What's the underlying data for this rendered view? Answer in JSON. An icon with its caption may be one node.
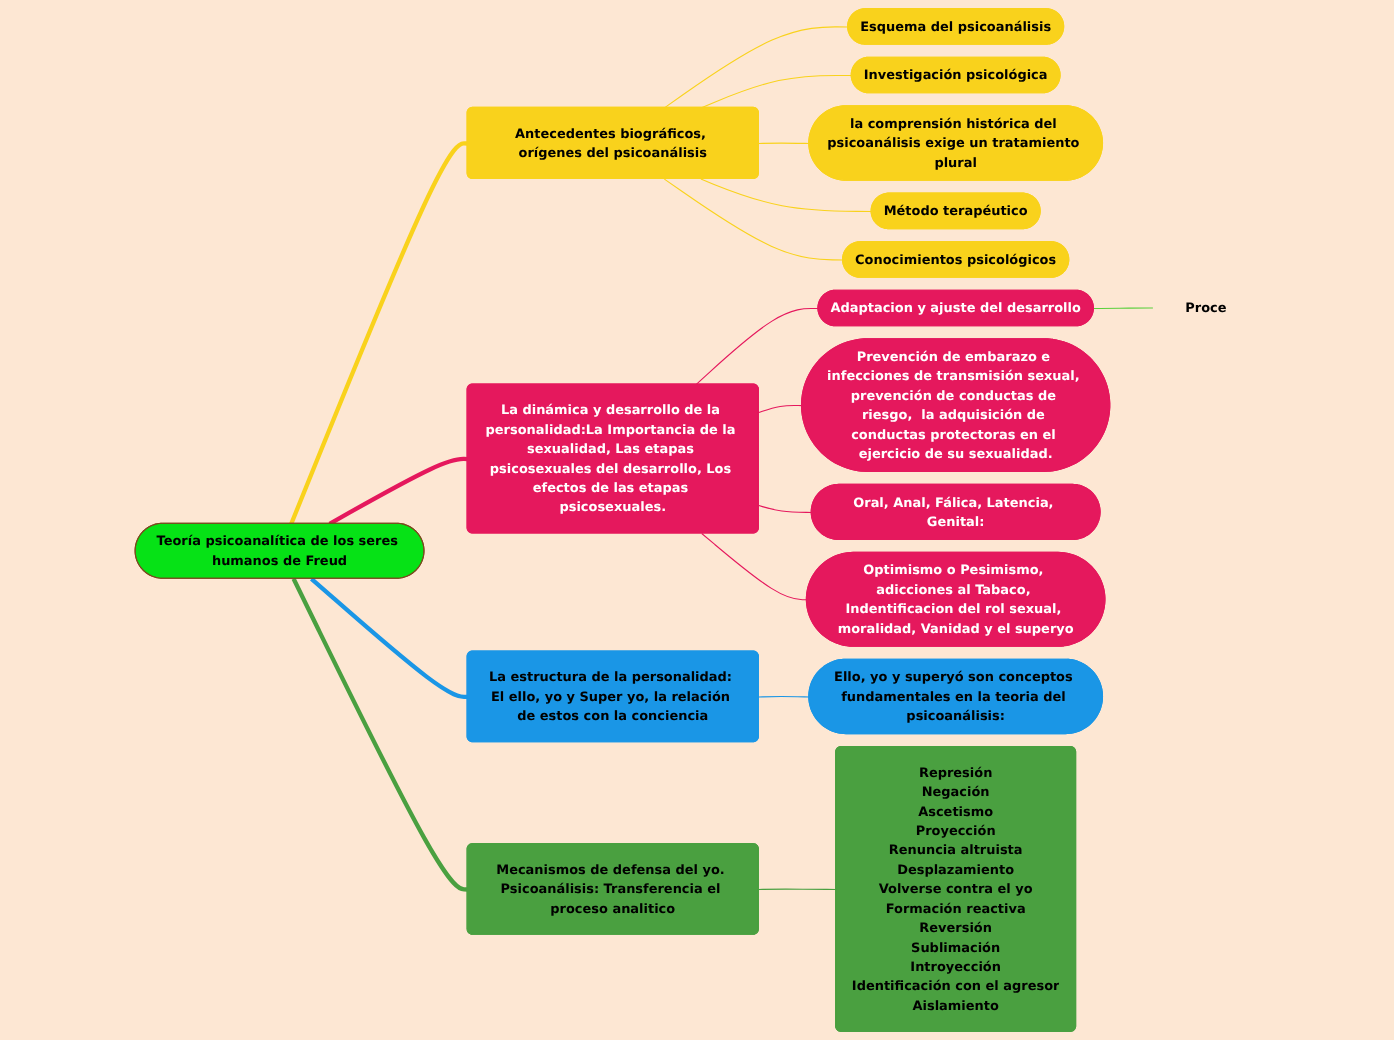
{
  "diagram": {
    "nodes": [
      {
        "text": [
          "Teoría psicoanalítica de los seres humanos de Freud"
        ]
      },
      {
        "text": [
          "Antecedentes biográficos, orígenes del psicoanálisis"
        ]
      },
      {
        "text": [
          "Esquema del psicoanálisis"
        ]
      },
      {
        "text": [
          "Investigación psicológica"
        ]
      },
      {
        "text": [
          "la comprensión histórica del psicoanálisis exige un tratamiento plural"
        ]
      },
      {
        "text": [
          "Método terapéutico"
        ]
      },
      {
        "text": [
          "Conocimientos psicológicos"
        ]
      },
      {
        "text": [
          "La dinámica y desarrollo de la personalidad:La Importancia de la sexualidad, Las etapas psicosexuales del desarrollo, Los efectos de las etapas psicosexuales."
        ]
      },
      {
        "text": [
          "Adaptacion y ajuste del desarrollo"
        ]
      },
      {
        "text": [
          "Prevención de embarazo e infecciones de transmisión sexual, prevención de conductas de riesgo,  la adquisición de conductas protectoras en el ejercicio de su sexualidad."
        ]
      },
      {
        "text": [
          "Oral, Anal, Fálica, Latencia, Genital:"
        ]
      },
      {
        "text": [
          "Optimismo o Pesimismo, adicciones al Tabaco, Indentificacion del rol sexual, moralidad, Vanidad y el superyo"
        ]
      },
      {
        "text": [
          "Proce"
        ]
      },
      {
        "text": [
          "La estructura de la personalidad: El ello, yo y Super yo, la relación de estos con la conciencia"
        ]
      },
      {
        "text": [
          "Ello, yo y superyó son conceptos fundamentales en la teoria del psicoanálisis:"
        ]
      },
      {
        "text": [
          "Mecanismos de defensa del yo. Psicoanálisis: Transferencia el proceso analitico"
        ]
      },
      {
        "text": [
          "Represión",
          "Negación",
          "Ascetismo",
          "Proyección",
          "Renuncia altruista",
          "Desplazamiento",
          "Volverse contra el yo",
          "Formación reactiva",
          "Reversión",
          "Sublimación",
          "Introyección",
          "Identificación con el agresor",
          "Aislamiento"
        ]
      }
    ],
    "edges": [
      {
        "from": 0,
        "to": 1,
        "arrow": "none",
        "style": "thick",
        "color": "#f9d21c"
      },
      {
        "from": 1,
        "to": 2,
        "arrow": "none",
        "color": "#f9d21c"
      },
      {
        "from": 1,
        "to": 3,
        "arrow": "none",
        "color": "#f9d21c"
      },
      {
        "from": 1,
        "to": 4,
        "arrow": "none",
        "color": "#f9d21c"
      },
      {
        "from": 1,
        "to": 5,
        "arrow": "none",
        "color": "#f9d21c"
      },
      {
        "from": 1,
        "to": 6,
        "arrow": "none",
        "color": "#f9d21c"
      },
      {
        "from": 0,
        "to": 7,
        "arrow": "none",
        "style": "thick",
        "color": "#e5185d"
      },
      {
        "from": 7,
        "to": 8,
        "arrow": "none",
        "color": "#e5185d"
      },
      {
        "from": 7,
        "to": 9,
        "arrow": "none",
        "color": "#e5185d"
      },
      {
        "from": 7,
        "to": 10,
        "arrow": "none",
        "color": "#e5185d"
      },
      {
        "from": 7,
        "to": 11,
        "arrow": "none",
        "color": "#e5185d"
      },
      {
        "from": 8,
        "to": 12,
        "arrow": "none",
        "color": "#5ad03c"
      },
      {
        "from": 0,
        "to": 13,
        "arrow": "none",
        "style": "thick",
        "color": "#1a96e6"
      },
      {
        "from": 13,
        "to": 14,
        "arrow": "none",
        "color": "#1a96e6"
      },
      {
        "from": 0,
        "to": 15,
        "arrow": "none",
        "style": "thick",
        "color": "#4aa040"
      },
      {
        "from": 15,
        "to": 16,
        "arrow": "none",
        "color": "#4aa040"
      }
    ]
  }
}
